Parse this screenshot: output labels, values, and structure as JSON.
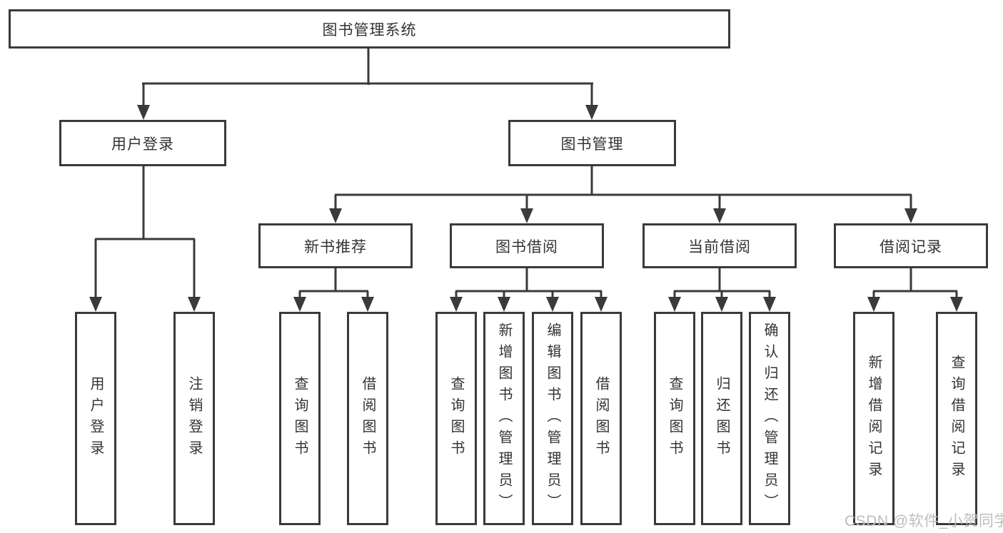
{
  "diagram_type": "hierarchy-tree",
  "colors": {
    "line": "#3a3a3a",
    "box_border": "#3a3a3a",
    "text": "#333333",
    "box_fill": "#ffffff",
    "background": "#ffffff",
    "watermark": "#bdbdbd"
  },
  "tree": {
    "label": "图书管理系统",
    "children": [
      {
        "label": "用户登录",
        "children": [
          {
            "label": "用户登录"
          },
          {
            "label": "注销登录"
          }
        ]
      },
      {
        "label": "图书管理",
        "children": [
          {
            "label": "新书推荐",
            "children": [
              {
                "label": "查询图书"
              },
              {
                "label": "借阅图书"
              }
            ]
          },
          {
            "label": "图书借阅",
            "children": [
              {
                "label": "查询图书"
              },
              {
                "label": "新增图书（管理员）"
              },
              {
                "label": "编辑图书（管理员）"
              },
              {
                "label": "借阅图书"
              }
            ]
          },
          {
            "label": "当前借阅",
            "children": [
              {
                "label": "查询图书"
              },
              {
                "label": "归还图书"
              },
              {
                "label": "确认归还（管理员）"
              }
            ]
          },
          {
            "label": "借阅记录",
            "children": [
              {
                "label": "新增借阅记录"
              },
              {
                "label": "查询借阅记录"
              }
            ]
          }
        ]
      }
    ]
  },
  "watermark": {
    "text": "CSDN @软件_小贺同学"
  }
}
